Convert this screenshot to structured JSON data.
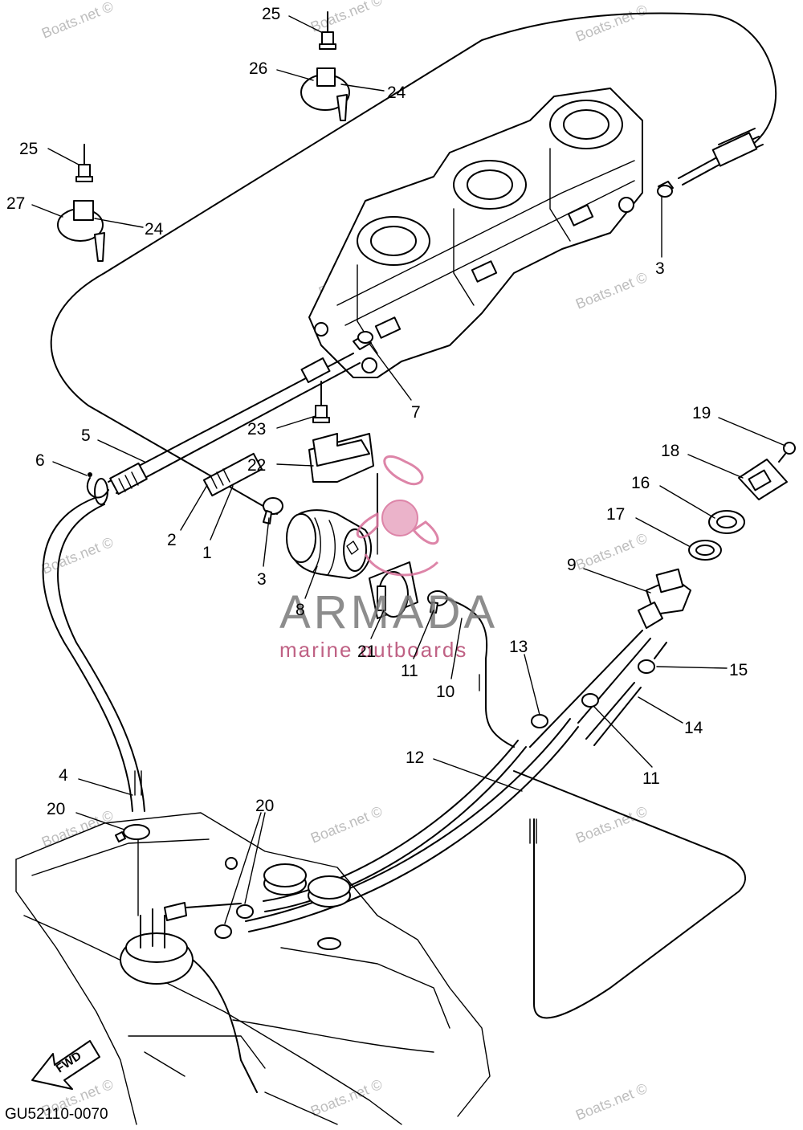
{
  "diagram": {
    "code": "GU52110-0070",
    "fwd_label": "FWD",
    "callouts": [
      "25",
      "26",
      "24",
      "25",
      "27",
      "24",
      "3",
      "7",
      "23",
      "22",
      "5",
      "6",
      "2",
      "1",
      "3",
      "8",
      "21",
      "11",
      "10",
      "13",
      "19",
      "18",
      "16",
      "17",
      "9",
      "15",
      "14",
      "11",
      "12",
      "4",
      "20",
      "20"
    ]
  },
  "watermarks": {
    "site": "Boats.net ©",
    "brand_name": "ARMADA",
    "brand_tagline": "marine outboards"
  }
}
